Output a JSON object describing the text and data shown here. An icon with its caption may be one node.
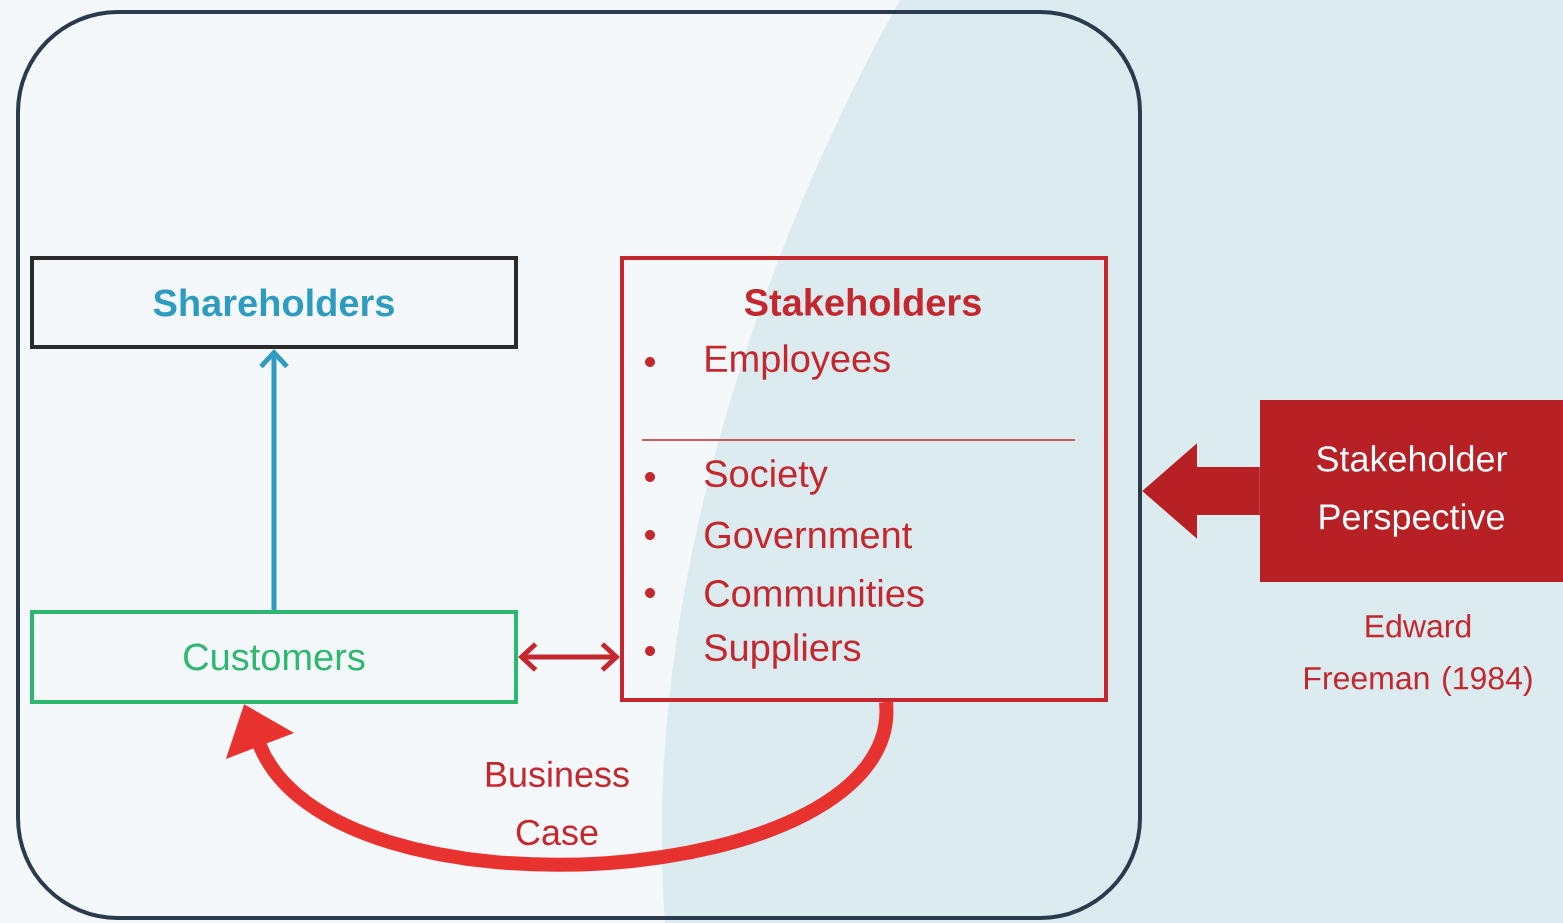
{
  "diagram": {
    "nodes": [
      {
        "text": [],
        "shape": "box"
      },
      {
        "text": [
          "Shareholders"
        ],
        "in": 0
      },
      {
        "text": [
          "Stakeholders",
          "Employees",
          "Society",
          "Government",
          "Communities",
          "Suppliers"
        ],
        "in": 0
      },
      {
        "text": [
          "Customers"
        ],
        "in": 0
      },
      {
        "text": [
          "Stakeholder Perspective"
        ],
        "beside": [
          "Edward Freeman (1984)"
        ]
      }
    ],
    "edges": [
      {
        "from": 3,
        "to": 1,
        "arrow": "to",
        "color": "#2e9cc0"
      },
      {
        "from": 3,
        "to": 2,
        "arrow": "both",
        "color": "#c4282e"
      },
      {
        "from": 2,
        "to": 3,
        "arrow": "to",
        "label": "Business Case",
        "style": "thick",
        "color": "#e8322f"
      },
      {
        "from": 4,
        "to": 0,
        "arrow": "to",
        "style": "thick",
        "color": "#b72025"
      }
    ]
  }
}
